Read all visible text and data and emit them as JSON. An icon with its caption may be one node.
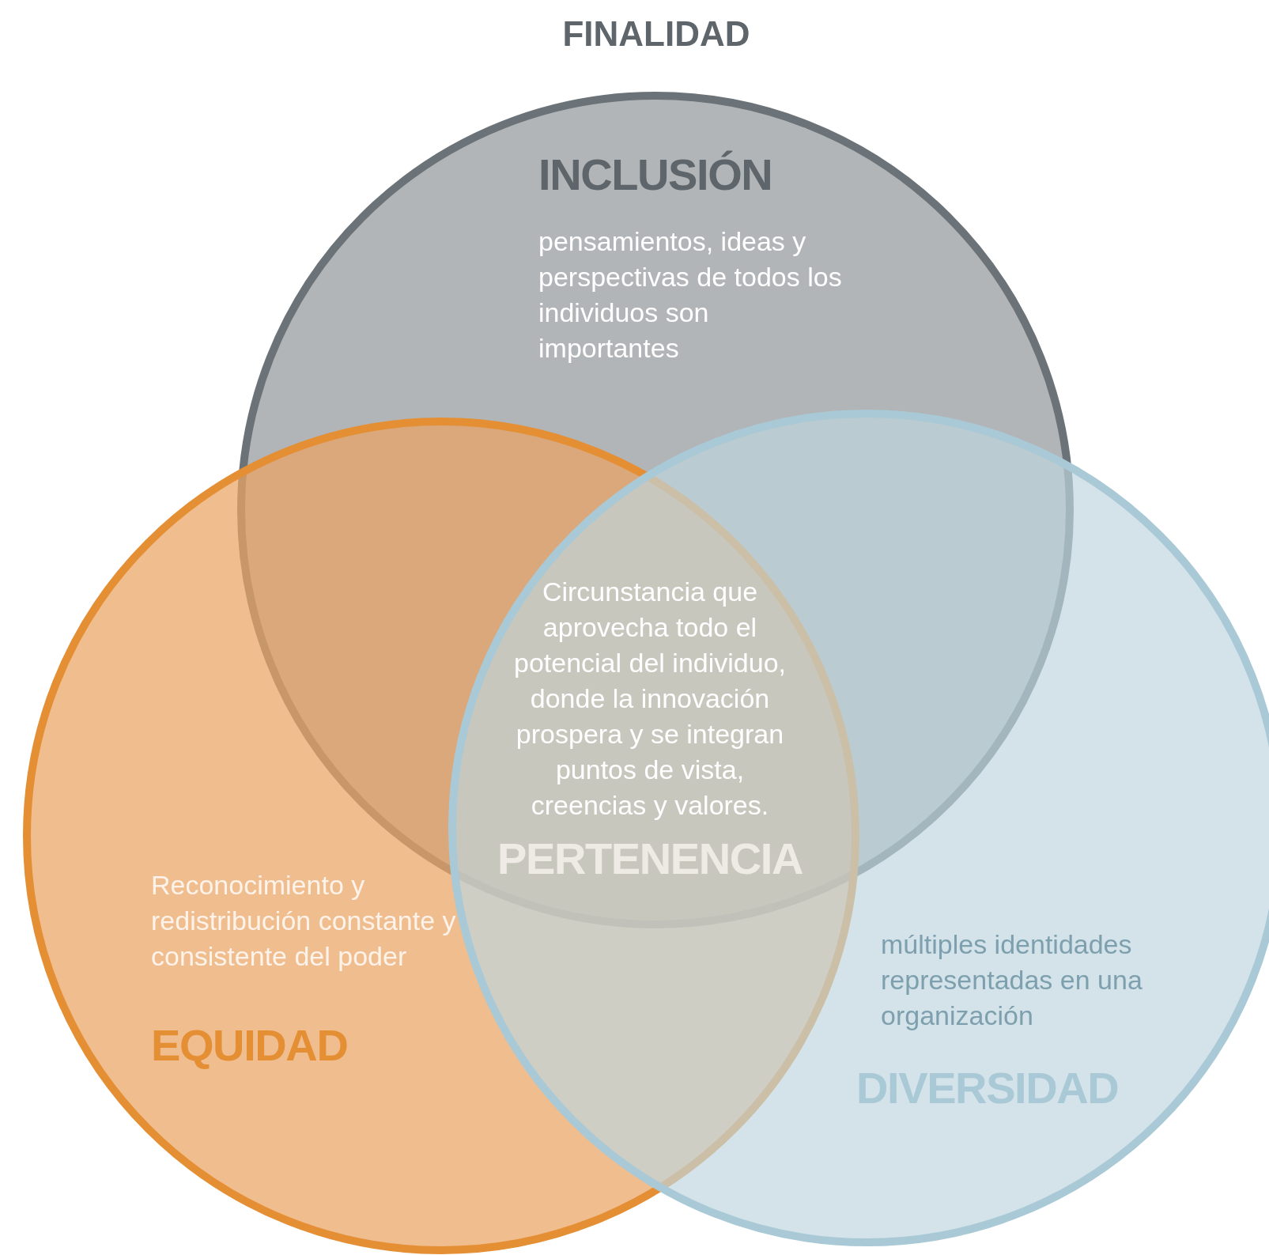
{
  "diagram": {
    "title": "FINALIDAD",
    "nodes": [
      {
        "text": [
          "INCLUSIÓN",
          "pensamientos, ideas y perspectivas de todos los individuos son importantes"
        ]
      },
      {
        "text": [
          "Reconocimiento y redistribución constante y consistente del poder",
          "EQUIDAD"
        ]
      },
      {
        "text": [
          "múltiples identidades representadas en una organización",
          "DIVERSIDAD"
        ]
      },
      {
        "text": [
          "Circunstancia que aprovecha todo el potencial del individuo, donde la innovación prospera y se integran puntos de vista, creencias y valores.",
          "PERTENENCIA"
        ]
      }
    ]
  }
}
